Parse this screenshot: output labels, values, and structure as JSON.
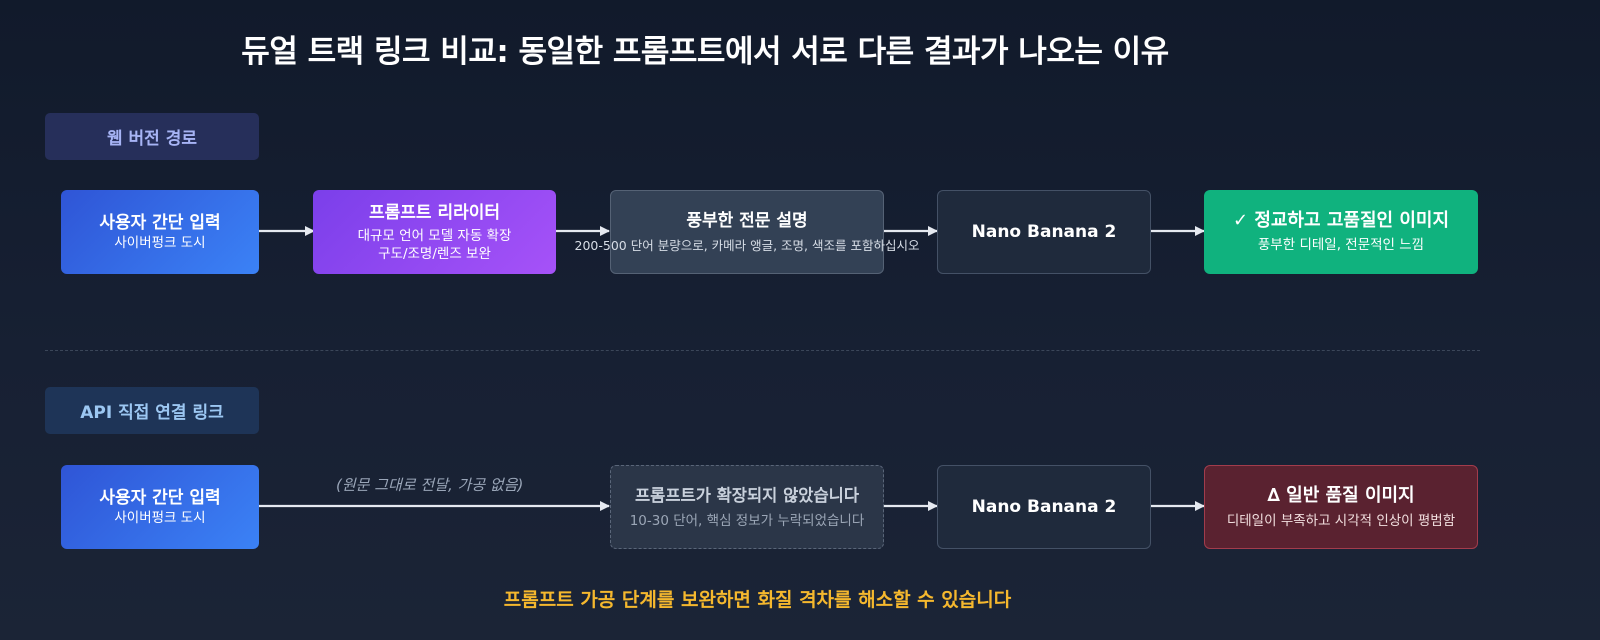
{
  "title": "듀얼 트랙 링크 비교: 동일한 프롬프트에서 서로 다른 결과가 나오는 이유",
  "web_track": {
    "label": "웹 버전 경로",
    "steps": [
      {
        "main": "사용자 간단 입력",
        "sub": "사이버펑크 도시"
      },
      {
        "main": "프롬프트 리라이터",
        "sub": "대규모 언어 모델 자동 확장",
        "sub2": "구도/조명/렌즈 보완"
      },
      {
        "main": "풍부한 전문 설명",
        "sub": "200-500 단어 분량으로, 카메라 앵글, 조명, 색조를 포함하십시오"
      },
      {
        "main": "Nano Banana 2"
      },
      {
        "main": "✓ 정교하고 고품질인 이미지",
        "sub": "풍부한 디테일, 전문적인 느낌"
      }
    ]
  },
  "api_track": {
    "label": "API 직접 연결 링크",
    "note": "(원문 그대로 전달, 가공 없음)",
    "steps": [
      {
        "main": "사용자 간단 입력",
        "sub": "사이버펑크 도시"
      },
      {
        "main": "프롬프트가 확장되지 않았습니다",
        "sub": "10-30 단어, 핵심 정보가 누락되었습니다"
      },
      {
        "main": "Nano Banana 2"
      },
      {
        "main": "∆ 일반 품질 이미지",
        "sub": "디테일이 부족하고 시각적 인상이 평범함"
      }
    ]
  },
  "footer": "프롬프트 가공 단계를 보완하면 화질 격차를 해소할 수 있습니다",
  "colors": {
    "background": "#141d2e",
    "user_input": "#3b82f6",
    "rewriter": "#a855f7",
    "success": "#10b27e",
    "warning_bg": "#5a2230",
    "footer_text": "#f5b82e",
    "arrow": "#e5e9f0"
  }
}
